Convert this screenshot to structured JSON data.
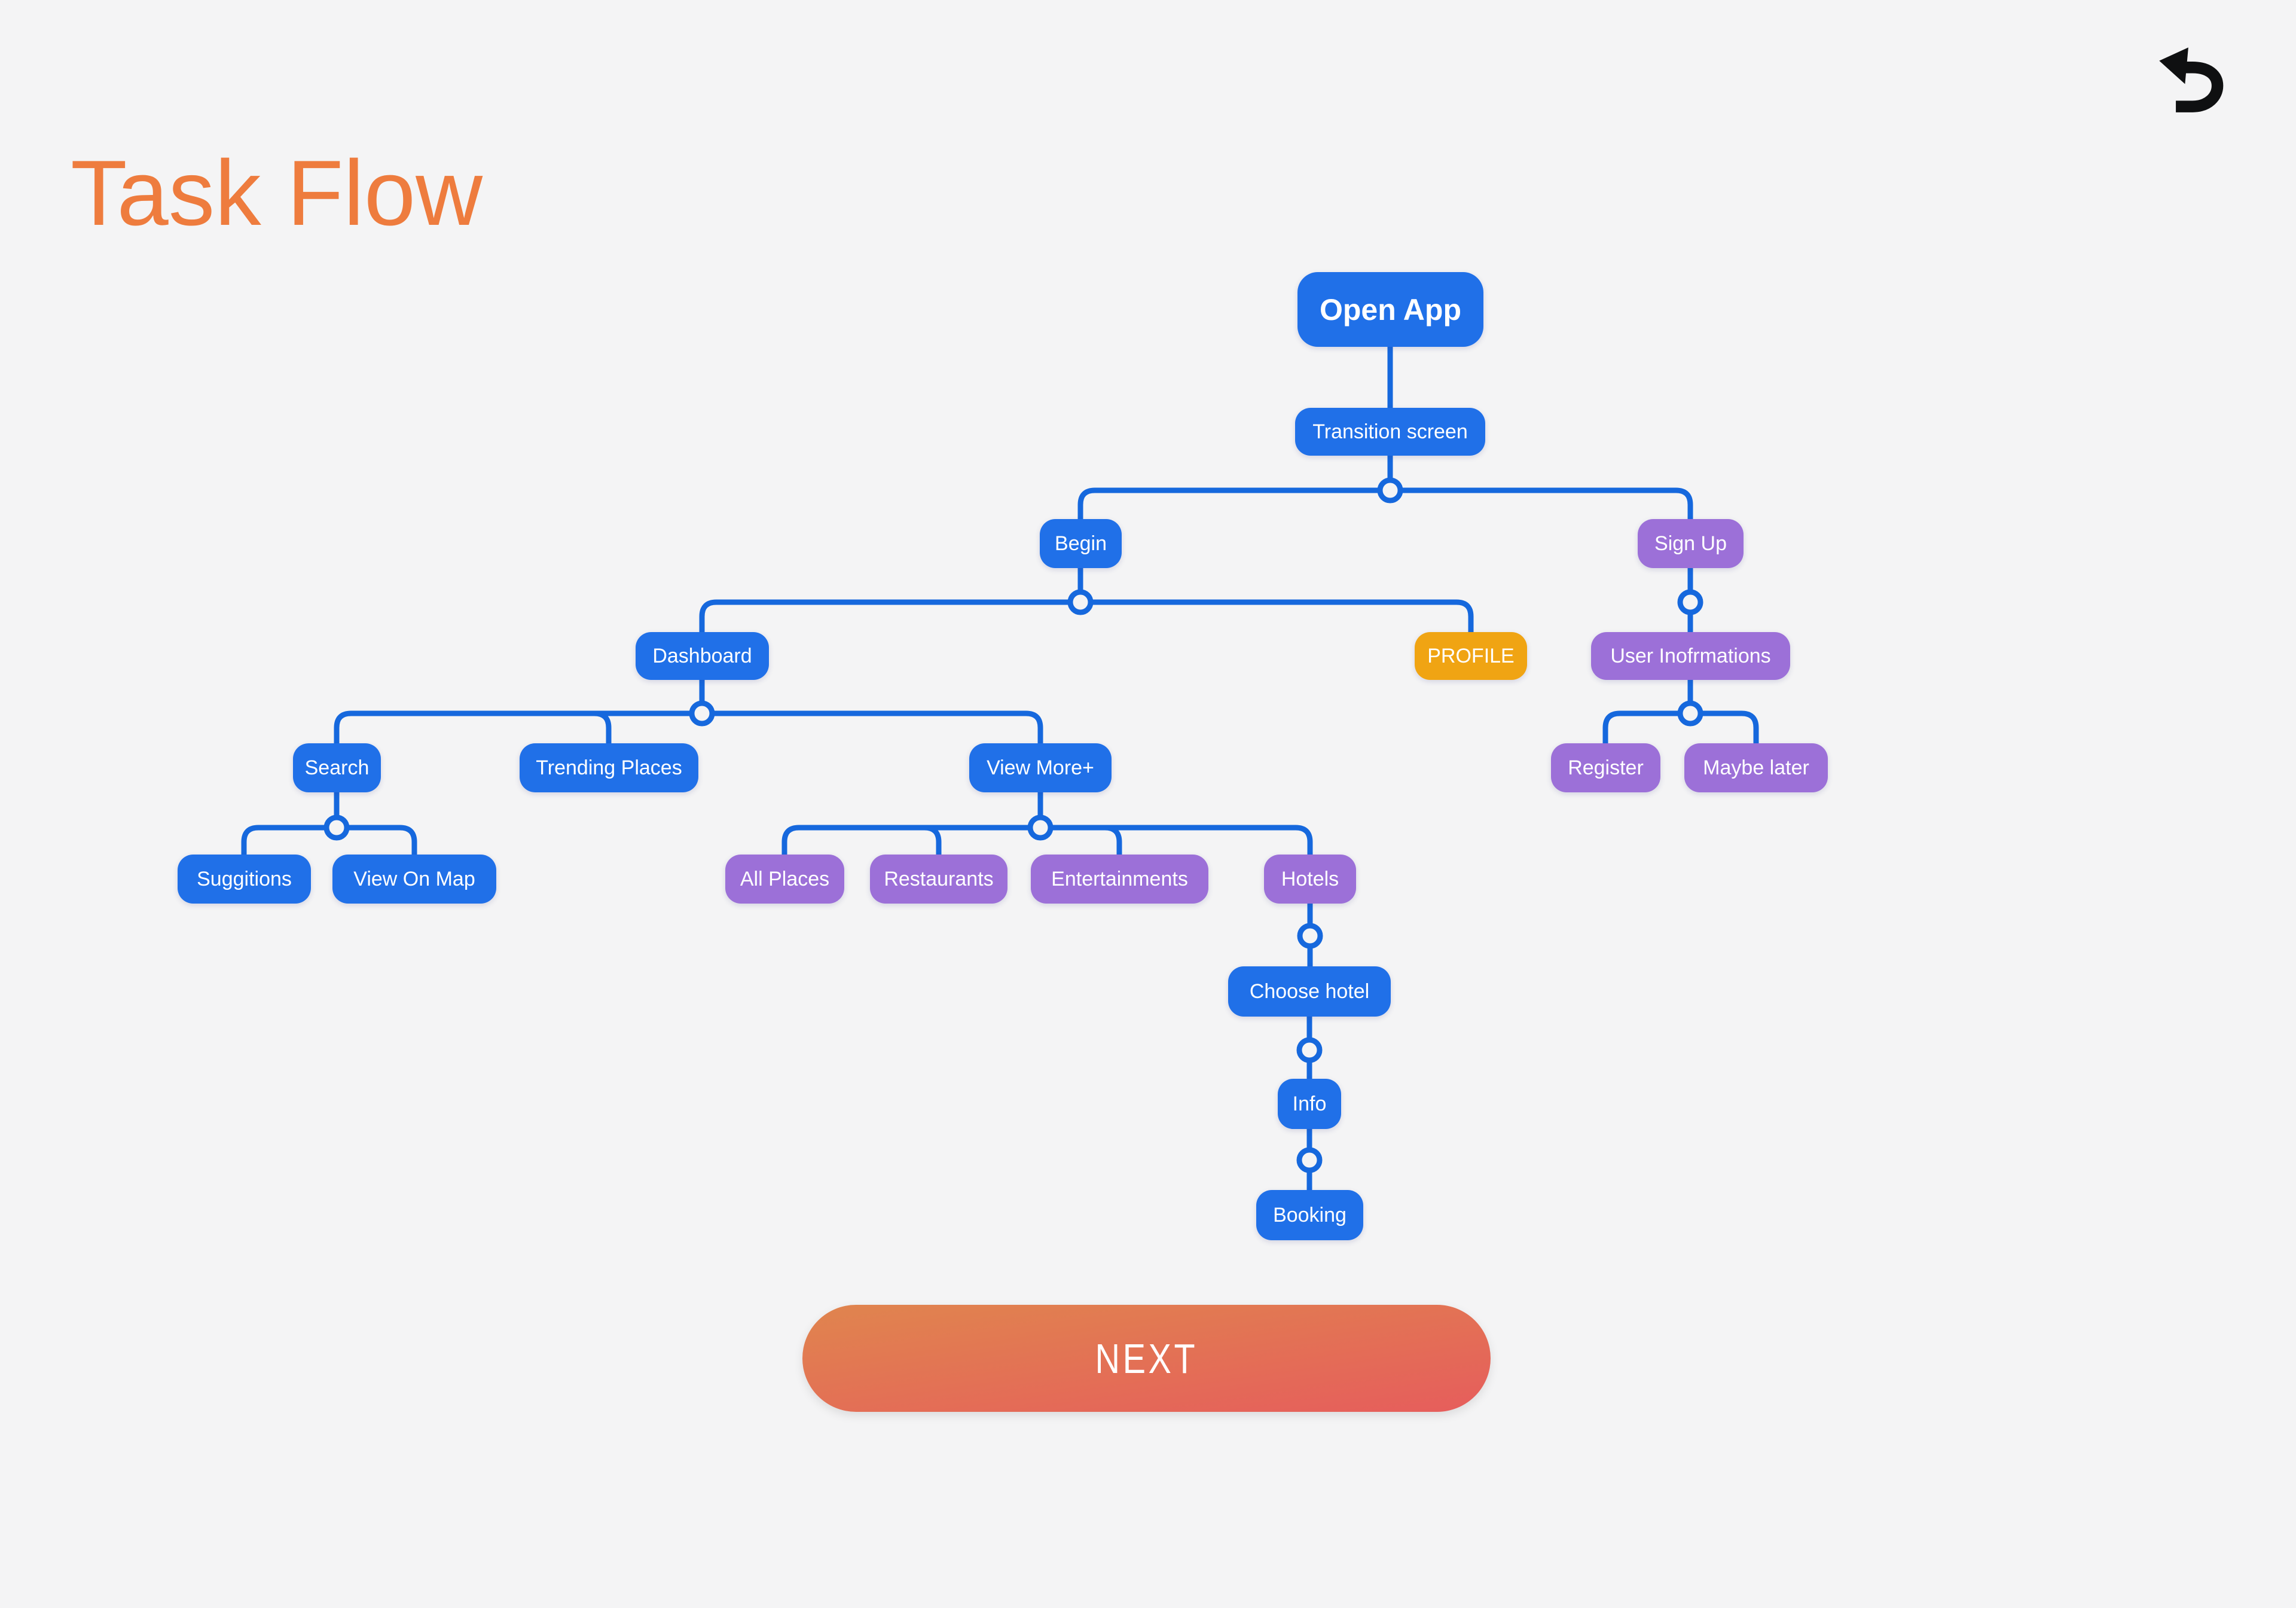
{
  "header": {
    "title": "Task Flow"
  },
  "icons": {
    "undo": "undo-arrow"
  },
  "colors": {
    "bg": "#f4f4f5",
    "title": "#ee7c3e",
    "line": "#1668dd",
    "node-blue": "#2070e8",
    "node-purple": "#9c70d8",
    "node-orange": "#f0a413",
    "next-top": "#e0854e",
    "next-bottom": "#e65d5c",
    "icon": "#0f1011"
  },
  "flowchart": {
    "nodes": [
      {
        "id": "open-app",
        "label": "Open App",
        "color": "blue"
      },
      {
        "id": "transition-screen",
        "label": "Transition screen",
        "color": "blue"
      },
      {
        "id": "begin",
        "label": "Begin",
        "color": "blue"
      },
      {
        "id": "sign-up",
        "label": "Sign Up",
        "color": "purple"
      },
      {
        "id": "dashboard",
        "label": "Dashboard",
        "color": "blue"
      },
      {
        "id": "profile",
        "label": "PROFILE",
        "color": "orange"
      },
      {
        "id": "user-informations",
        "label": "User Inofrmations",
        "color": "purple"
      },
      {
        "id": "search",
        "label": "Search",
        "color": "blue"
      },
      {
        "id": "trending-places",
        "label": "Trending Places",
        "color": "blue"
      },
      {
        "id": "view-more",
        "label": "View More+",
        "color": "blue"
      },
      {
        "id": "register",
        "label": "Register",
        "color": "purple"
      },
      {
        "id": "maybe-later",
        "label": "Maybe later",
        "color": "purple"
      },
      {
        "id": "suggitions",
        "label": "Suggitions",
        "color": "blue"
      },
      {
        "id": "view-on-map",
        "label": "View On Map",
        "color": "blue"
      },
      {
        "id": "all-places",
        "label": "All Places",
        "color": "purple"
      },
      {
        "id": "restaurants",
        "label": "Restaurants",
        "color": "purple"
      },
      {
        "id": "entertainments",
        "label": "Entertainments",
        "color": "purple"
      },
      {
        "id": "hotels",
        "label": "Hotels",
        "color": "purple"
      },
      {
        "id": "choose-hotel",
        "label": "Choose hotel",
        "color": "blue"
      },
      {
        "id": "info",
        "label": "Info",
        "color": "blue"
      },
      {
        "id": "booking",
        "label": "Booking",
        "color": "blue"
      }
    ],
    "edges": [
      {
        "from": "open-app",
        "to": "transition-screen"
      },
      {
        "from": "transition-screen",
        "to": "begin"
      },
      {
        "from": "transition-screen",
        "to": "sign-up"
      },
      {
        "from": "begin",
        "to": "dashboard"
      },
      {
        "from": "begin",
        "to": "profile"
      },
      {
        "from": "sign-up",
        "to": "user-informations"
      },
      {
        "from": "dashboard",
        "to": "search"
      },
      {
        "from": "dashboard",
        "to": "trending-places"
      },
      {
        "from": "dashboard",
        "to": "view-more"
      },
      {
        "from": "user-informations",
        "to": "register"
      },
      {
        "from": "user-informations",
        "to": "maybe-later"
      },
      {
        "from": "search",
        "to": "suggitions"
      },
      {
        "from": "search",
        "to": "view-on-map"
      },
      {
        "from": "view-more",
        "to": "all-places"
      },
      {
        "from": "view-more",
        "to": "restaurants"
      },
      {
        "from": "view-more",
        "to": "entertainments"
      },
      {
        "from": "view-more",
        "to": "hotels"
      },
      {
        "from": "hotels",
        "to": "choose-hotel"
      },
      {
        "from": "choose-hotel",
        "to": "info"
      },
      {
        "from": "info",
        "to": "booking"
      }
    ]
  },
  "next_button": {
    "label": "NEXT"
  }
}
